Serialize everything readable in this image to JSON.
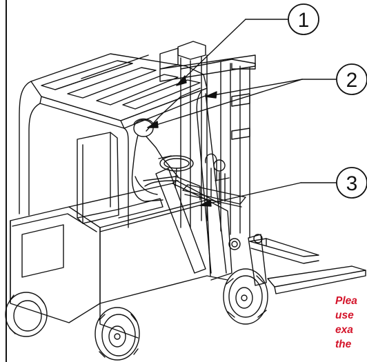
{
  "callouts": [
    {
      "number": "1"
    },
    {
      "number": "2"
    },
    {
      "number": "3"
    }
  ],
  "note_lines": [
    "Plea",
    "use",
    "exa",
    "the"
  ],
  "colors": {
    "line": "#111111",
    "note": "#d4142a",
    "background": "#ffffff"
  }
}
